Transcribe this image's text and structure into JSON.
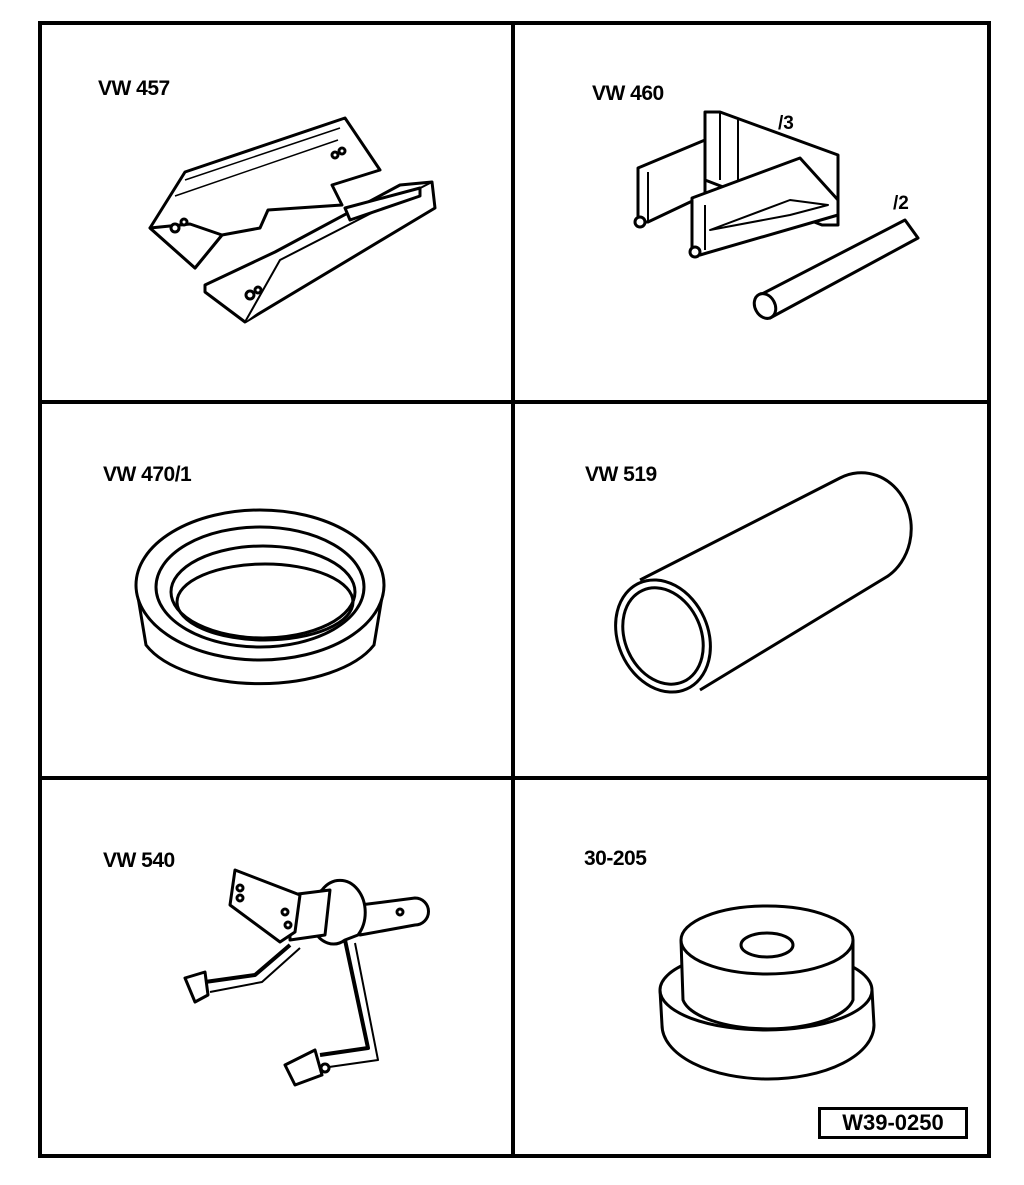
{
  "tools": [
    {
      "label": "VW 457"
    },
    {
      "label": "VW 460",
      "sub_labels": [
        "/3",
        "/2"
      ]
    },
    {
      "label": "VW 470/1"
    },
    {
      "label": "VW 519"
    },
    {
      "label": "VW 540"
    },
    {
      "label": "30-205"
    }
  ],
  "reference": "W39-0250",
  "colors": {
    "line": "#000000",
    "background": "#ffffff"
  }
}
